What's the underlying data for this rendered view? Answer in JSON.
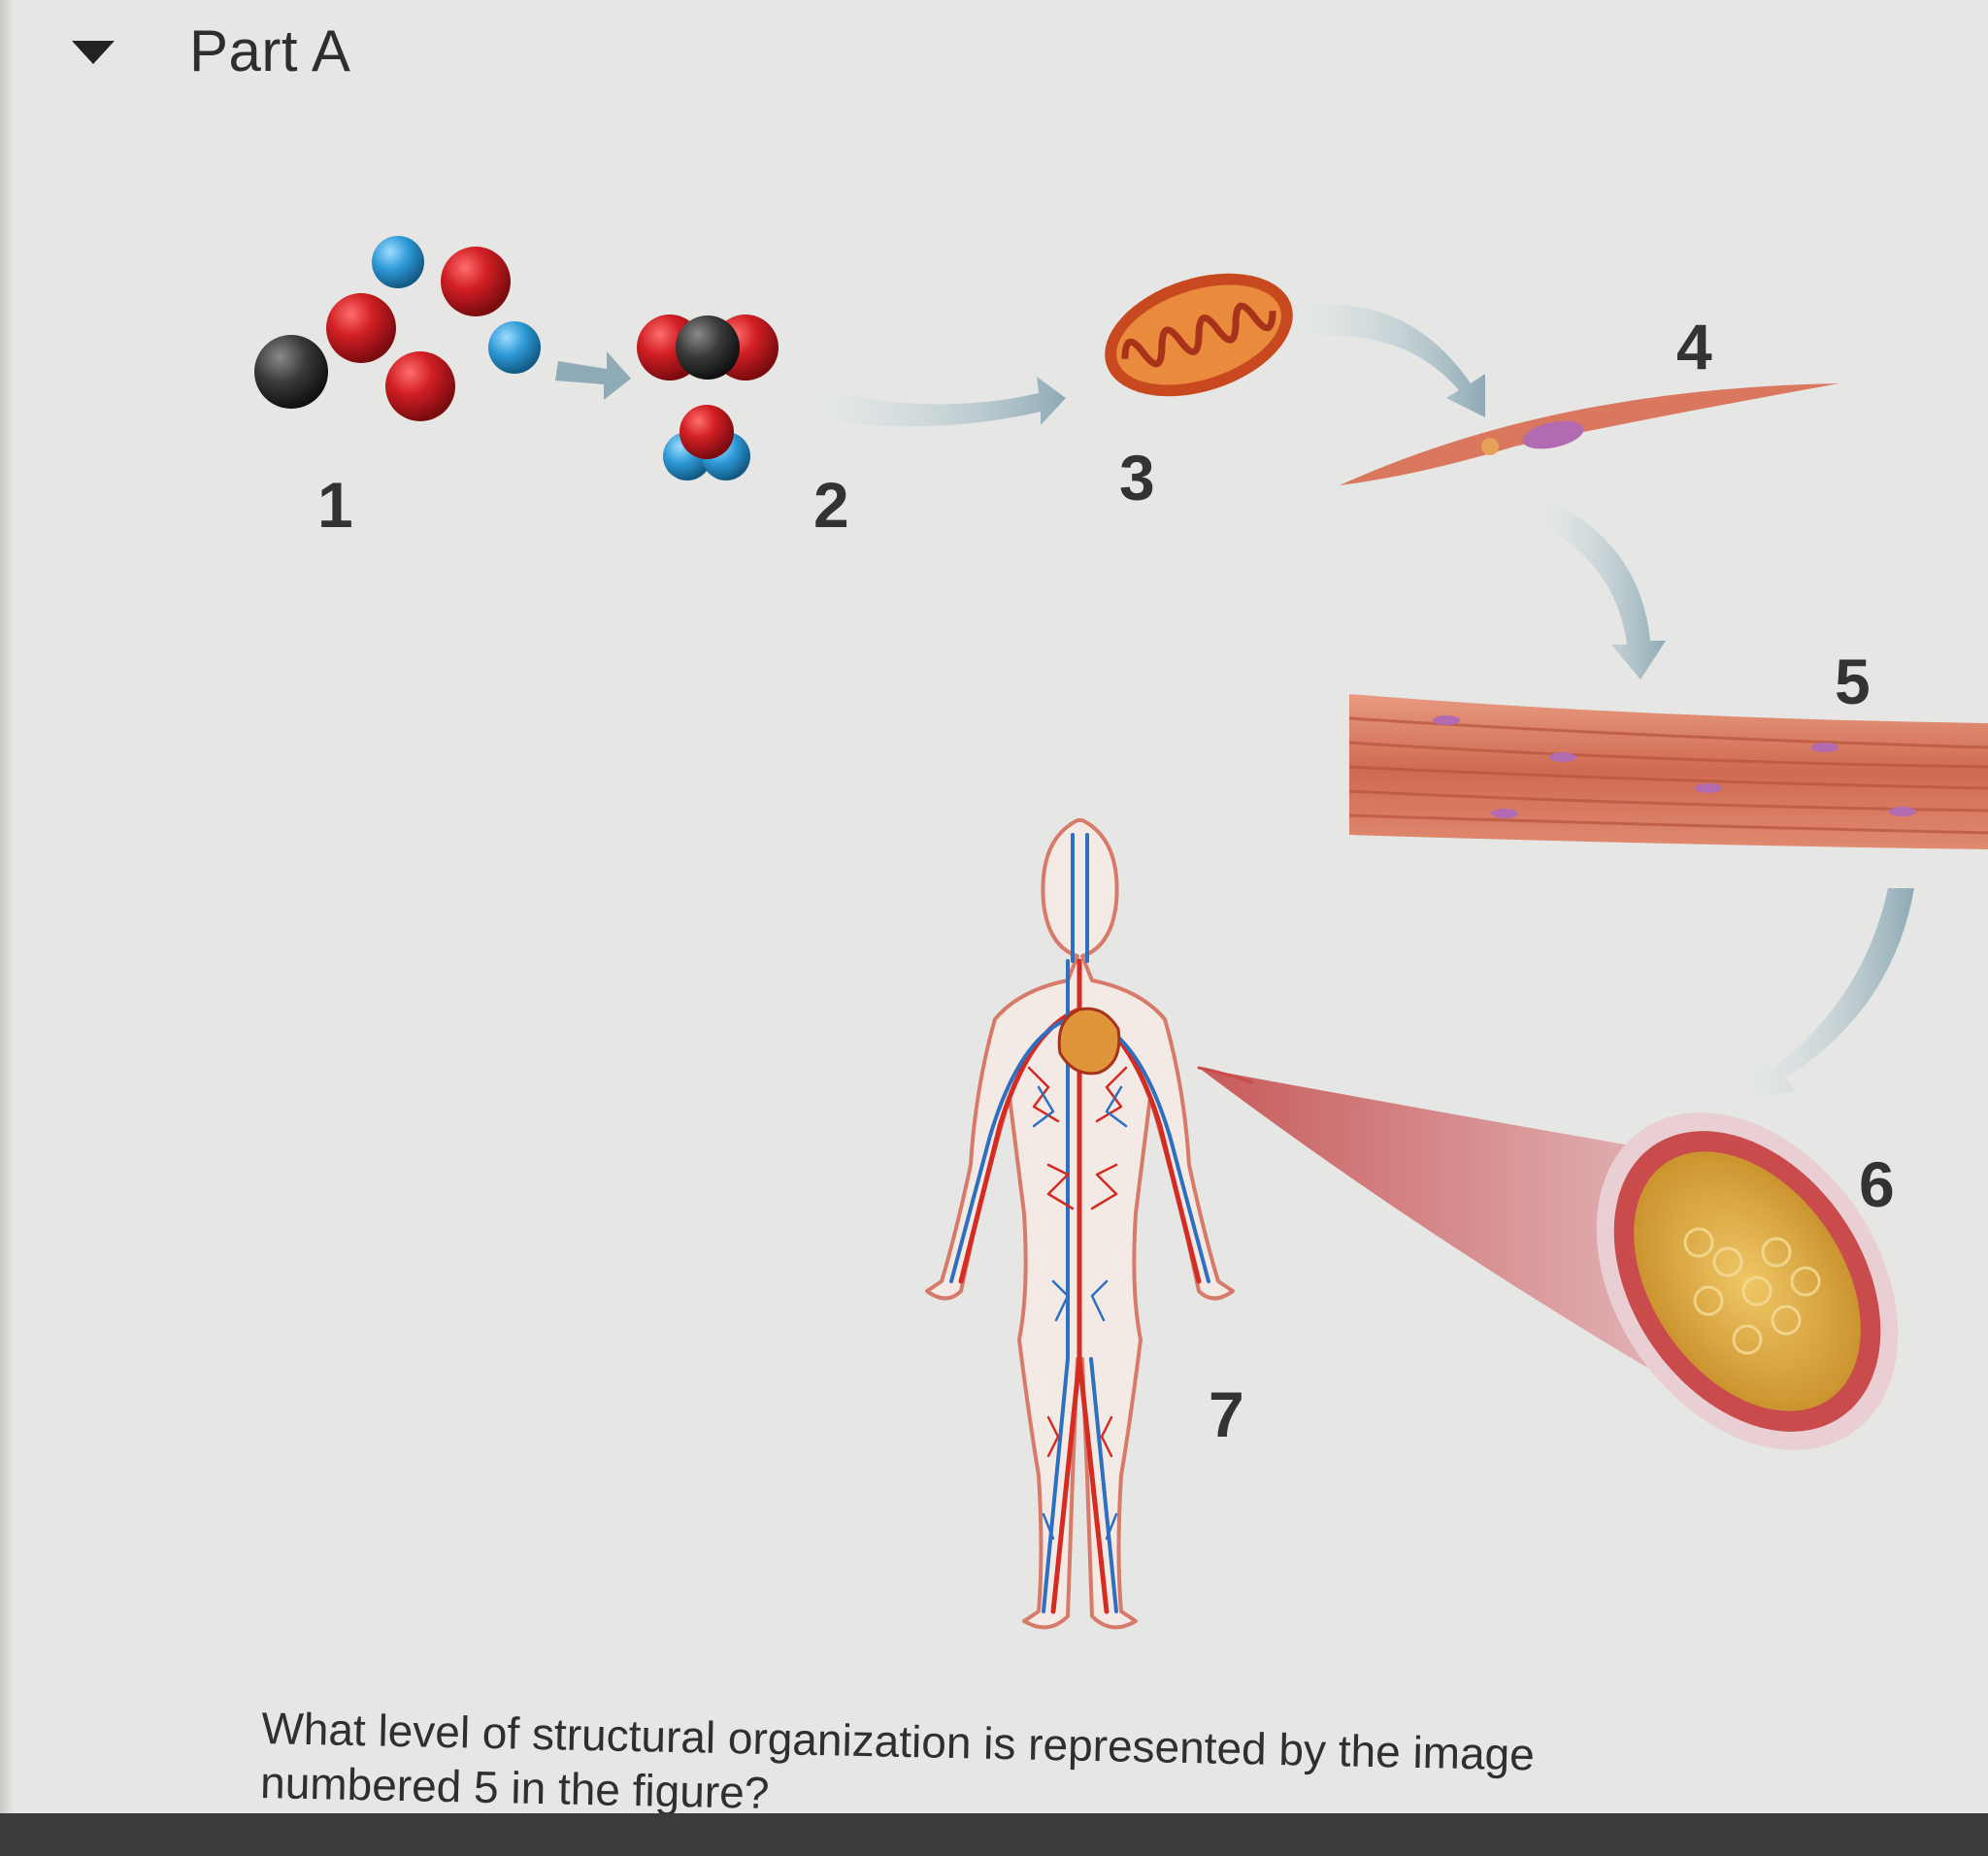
{
  "part": {
    "title": "Part A",
    "toggle_icon": "caret-down-icon"
  },
  "figure": {
    "labels": [
      "1",
      "2",
      "3",
      "4",
      "5",
      "6",
      "7"
    ],
    "colors": {
      "oxygen": "#d11f24",
      "carbon": "#3a3a3a",
      "hydrogen": "#2e9ad6",
      "arrow": "#9fb9c3",
      "muscle": "#d9785e",
      "vessel_wall": "#c94b4b",
      "vessel_lumen": "#e3b046"
    }
  },
  "question": {
    "text": "What level of structural organization is represented by the image numbered 5 in the figure?"
  }
}
